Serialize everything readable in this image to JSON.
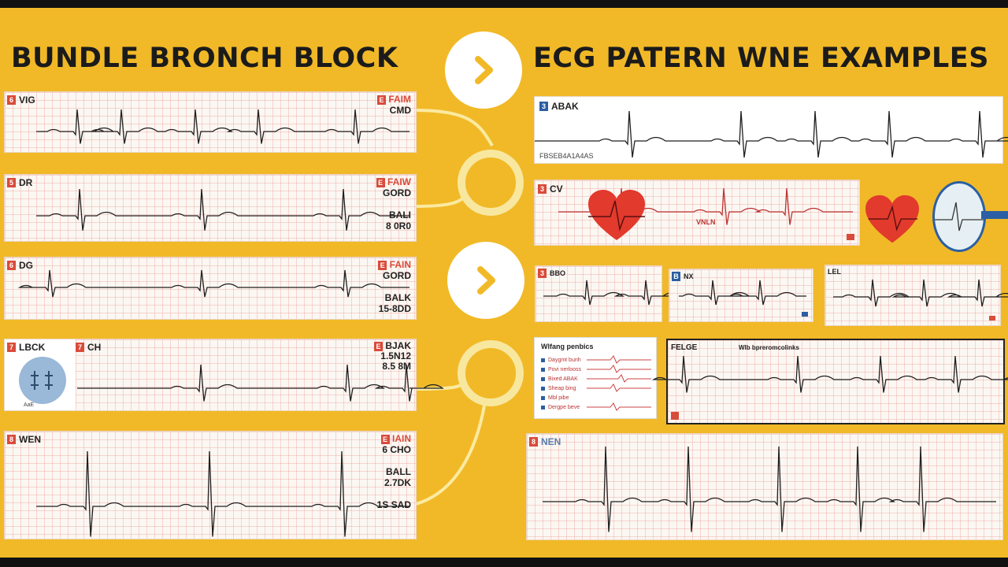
{
  "titles": {
    "left": "BUNDLE BRONCH BLOCK",
    "right": "ECG PATERN WNE EXAMPLES"
  },
  "left_strips": [
    {
      "badge": "6",
      "label": "VIG",
      "right_badge": "E",
      "right_lines": [
        "FAIM",
        "CMD"
      ]
    },
    {
      "badge": "5",
      "label": "DR",
      "right_badge": "E",
      "right_lines": [
        "FAIW",
        "GORD",
        "",
        "BALI",
        "8 0R0"
      ]
    },
    {
      "badge": "6",
      "label": "DG",
      "right_badge": "E",
      "right_lines": [
        "FAIN",
        "GORD",
        "",
        "BALK",
        "15-8DD"
      ]
    },
    {
      "badge": "7",
      "label": "LBCK",
      "label2_badge": "7",
      "label2": "CH",
      "right_badge": "E",
      "right_lines": [
        "BJAK",
        "1.5N12",
        "8.5 8M"
      ],
      "inset_caption": "AaE"
    },
    {
      "badge": "8",
      "label": "WEN",
      "right_badge": "E",
      "right_lines": [
        "IAIN",
        "6 CHO",
        "",
        "BALL",
        "2.7DK",
        "",
        "1S SAD"
      ]
    }
  ],
  "right_panels": {
    "p1": {
      "badge": "3",
      "label": "ABAK",
      "footer": "FBSEB4A1A4AS"
    },
    "p2": {
      "badge": "3",
      "label": "CV",
      "wave_label": "VNLN"
    },
    "p3": {
      "badge": "3",
      "label": "BBO"
    },
    "p4": {
      "badge": "B",
      "label": "NX"
    },
    "p5": {
      "badge": "",
      "label": "LEL"
    },
    "legend": {
      "title": "Wlfang penbics",
      "items": [
        "Daygmt bunh",
        "Povi nerlooss",
        "Bixed ABAK",
        "Sheap bing",
        "Mbl pibe",
        "Dergpe beve"
      ]
    },
    "p6": {
      "label": "FELGE",
      "header": "Wlb bpreromcolinks"
    },
    "p7": {
      "badge": "8",
      "label": "NEN"
    }
  },
  "colors": {
    "background": "#F1B927",
    "badge": "#d94b3a",
    "trace": "#1f1f1f",
    "heart": "#e23a2c",
    "accent_blue": "#2b5fa3",
    "ring": "#f8e79f"
  },
  "icons": [
    "chevron-right-icon",
    "heart-icon",
    "stethoscope-icon"
  ]
}
